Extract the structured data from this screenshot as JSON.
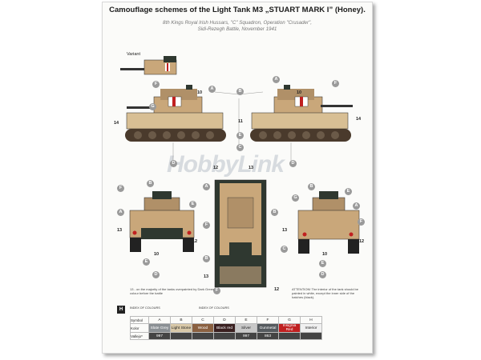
{
  "title": "Camouflage schemes of the Light Tank M3 „STUART MARK I” (Honey).",
  "subtitle_line1": "8th Kings Royal Irish Hussars, \"C\" Squadron, Operation \"Crusader\",",
  "subtitle_line2": "Sidi-Rezegh Battle, November 1941",
  "variant_label": "Variant",
  "watermark": "HobbyLink",
  "note_left": "13 - on the majority of the tanks overpainted by Dark Green colour before the battle",
  "note_right": "ATTENTION! The interior of the tank should be painted in white, except the inner side of the hatches (black).",
  "legend_box": "H",
  "index_heading_1": "INDEX OF COLOURS",
  "index_heading_2": "INDEX OF COLOURS",
  "colors_table": {
    "row_labels": [
      "Symbol",
      "Kolor",
      "Vallejo*"
    ],
    "columns": [
      {
        "symbol": "A",
        "name": "Slate Grey",
        "code": "997",
        "swatch": "#8a8f93"
      },
      {
        "symbol": "B",
        "name": "Light Stone",
        "code": "",
        "swatch": "#d8c8a8"
      },
      {
        "symbol": "C",
        "name": "Wood",
        "code": "",
        "swatch": "#8a6040"
      },
      {
        "symbol": "D",
        "name": "Black red",
        "code": "",
        "swatch": "#3a2020"
      },
      {
        "symbol": "E",
        "name": "Silver",
        "code": "997",
        "swatch": "#c8c8c8"
      },
      {
        "symbol": "F",
        "name": "Gunmetal",
        "code": "863",
        "swatch": "#555a5e"
      },
      {
        "symbol": "G",
        "name": "Insignia Red",
        "code": "",
        "swatch": "#c02020"
      },
      {
        "symbol": "H",
        "name": "Interior",
        "code": "",
        "swatch": "#f0f0f0"
      }
    ]
  },
  "callouts": {
    "a": "A",
    "b": "B",
    "c": "C",
    "d": "D",
    "e": "E",
    "f": "F",
    "g": "G"
  },
  "numbers": {
    "n10": "10",
    "n11": "11",
    "n12": "12",
    "n13": "13",
    "n14": "14"
  },
  "colors": {
    "sand": "#c9a77a",
    "dark_green": "#2f3830",
    "track": "#4a3a2c",
    "callout": "#9a9a9a"
  }
}
